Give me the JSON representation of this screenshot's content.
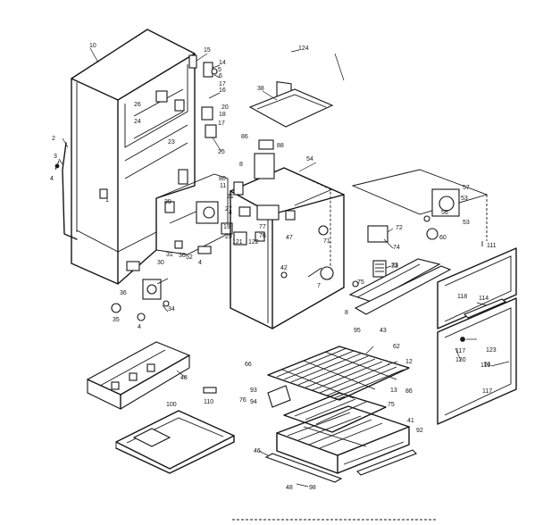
{
  "part_labels": [
    "10",
    "15",
    "14",
    "5",
    "6",
    "17",
    "16",
    "20",
    "18",
    "17",
    "25",
    "24",
    "23",
    "26",
    "1",
    "2",
    "3",
    "4",
    "124",
    "38",
    "86",
    "88",
    "8",
    "80",
    "54",
    "39",
    "11",
    "4",
    "21",
    "27",
    "19",
    "29",
    "121",
    "122",
    "76",
    "77",
    "47",
    "71",
    "72",
    "74",
    "73",
    "42",
    "7",
    "75",
    "8",
    "95",
    "43",
    "62",
    "12",
    "13",
    "86",
    "75",
    "41",
    "92",
    "48",
    "66",
    "76",
    "100",
    "110",
    "46",
    "48",
    "98",
    "94",
    "93",
    "57",
    "53",
    "56",
    "53",
    "60",
    "111",
    "118",
    "114",
    "123",
    "117",
    "119",
    "120",
    "117",
    "51",
    "52",
    "30",
    "4",
    "31",
    "36",
    "35",
    "34",
    "36",
    "4",
    "33"
  ],
  "colors": {
    "line": "#141414",
    "background": "#ffffff"
  }
}
